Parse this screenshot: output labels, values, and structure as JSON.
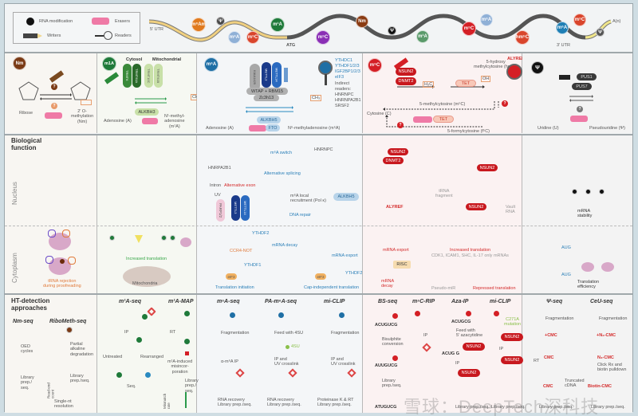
{
  "legend": {
    "modification": "RNA modification",
    "erasers": "Erasers",
    "writers": "Writers",
    "readers": "Readers"
  },
  "transcript": {
    "utr5": "5′ UTR",
    "atg": "ATG",
    "utr3": "3′ UTR",
    "polyA": "A(n)",
    "marks": [
      {
        "label": "m⁶Am",
        "color": "#e07a1e"
      },
      {
        "label": "Ψ",
        "color": "#4a4a4a"
      },
      {
        "label": "m⁶A",
        "color": "#8fb0d6"
      },
      {
        "label": "m⁵C",
        "color": "#d9452c"
      },
      {
        "label": "m¹A",
        "color": "#1f7a3a"
      },
      {
        "label": "m⁵C",
        "color": "#8a2fb5"
      },
      {
        "label": "Nm",
        "color": "#8a3b12"
      },
      {
        "label": "Ψ",
        "color": "#111111"
      },
      {
        "label": "m¹A",
        "color": "#5a9a6a"
      },
      {
        "label": "m⁵C",
        "color": "#d41f25"
      },
      {
        "label": "m⁶A",
        "color": "#8fb0d6"
      },
      {
        "label": "hm⁵C",
        "color": "#d9452c"
      },
      {
        "label": "m⁶A",
        "color": "#1f7fb5"
      },
      {
        "label": "m⁵C",
        "color": "#d9452c"
      },
      {
        "label": "Ψ",
        "color": "#555555"
      }
    ]
  },
  "top": {
    "nm": {
      "badge": "Nm",
      "left_label": "Ribose",
      "right_label": "2′ O-\nmethylation\n(Nm)",
      "unknown": "?"
    },
    "m1a": {
      "badge": "m1A",
      "cytosol": "Cytosol",
      "mito": "Mitochondrial",
      "writers": [
        "TRMT6",
        "TRMT61A",
        "TRMT10C",
        "TRMT61B"
      ],
      "eraser": "ALKBH3",
      "left_label": "Adenosine (A)",
      "right_label": "N¹-methyl-\nadenosine\n(m¹A)",
      "ch3": "CH₃"
    },
    "m6a": {
      "badge": "m⁶A",
      "writers": [
        "KIAA1429",
        "METTL3",
        "METTL14"
      ],
      "complex": [
        "WTAP",
        "RBM15",
        "Zc3h13"
      ],
      "erasers": [
        "ALKBH5",
        "FTO"
      ],
      "left_label": "Adenosine (A)",
      "right_label": "N⁶-methyladenosine (m⁶A)",
      "readers": [
        "YTHDC1",
        "YTHDF1/2/3",
        "IGF2BP1/2/3",
        "eIF3"
      ],
      "indirect_title": "Indirect\nreaders:",
      "indirect": [
        "HNRNPC",
        "HNRNPA2B1",
        "SRSF2"
      ],
      "ch3": "CH₃"
    },
    "m5c": {
      "badge": "m⁵C",
      "writers": [
        "NSUN2",
        "DNMT2"
      ],
      "tet": "TET",
      "reader": "ALYREF",
      "cytosine": "Cytosine (C)",
      "m5c": "5-methylcytosine (m⁵C)",
      "hm5c": "5-hydroxy\nmethylcytosine (hm⁵C)",
      "f5c": "5-formylcytosine (f⁵C)",
      "h3c": "H₃C",
      "oh": "OH"
    },
    "psi": {
      "badge": "Ψ",
      "writers": [
        "PUS1",
        "PUS7"
      ],
      "left_label": "Uridine (U)",
      "right_label": "Pseudouridine (Ψ)",
      "unknown": "?"
    }
  },
  "function": {
    "title": "Biological\nfunction",
    "nucleus": "Nucleus",
    "cytoplasm": "Cytoplasm",
    "nm": {
      "label": "tRNA rejection\nduring proofreading"
    },
    "m1a": {
      "translation": "Increased translation",
      "mito": "Mitochondria"
    },
    "m6a": {
      "hnrnpa2b1": "HNRPA2B1",
      "hnrnpc": "HNRNPC",
      "switch": "m⁶A switch",
      "splicing": "Alternative splicing",
      "intron": "Intron",
      "exon": "Alternative exon",
      "uv": "UV",
      "parp": "PARP1/2",
      "mettl3": "METTL3",
      "mettl14": "METTL14",
      "recruit": "m⁶A local\nrecruitment (Pol κ)",
      "repair": "DNA repair",
      "alkbh5": "ALKBH5",
      "export": "mRNA export",
      "ythdf2": "YTHDF2",
      "ccr4": "CCR4-NOT",
      "decay": "mRNA decay",
      "ythdf1": "YTHDF1",
      "eif3": "eIF3",
      "init": "Translation initiation",
      "capindep": "Cap-independent translation",
      "ythdf2b": "YTHDF2",
      "polyA": "A(n)"
    },
    "m5c": {
      "nsun2": "NSUN2",
      "dnmt2": "DNMT2",
      "trna_frag": "tRNA\nfragment",
      "alyref": "ALYREF",
      "vault": "Vault\nRNA",
      "export": "mRNA export",
      "inc_trans": "Increased translation",
      "genes": "CDK1, ICAM1, SHC, IL-17 only mRNAs",
      "risc": "RISC",
      "decay": "mRNA\ndecay",
      "pseudo": "Pseudo-miR",
      "repressed": "Repressed translation"
    },
    "psi": {
      "stability": "mRNA\nstability",
      "aug": "AUG",
      "efficiency": "Translation\nefficiency"
    }
  },
  "detection": {
    "title": "HT-detection\napproaches",
    "nm": {
      "methods": [
        "Nm-seq",
        "RiboMeth-seq"
      ],
      "oed": "OED\ncycles",
      "lib": "Library\nprep./\nseq.",
      "partial": "Partial\nalkaline\ndegradation",
      "lib2": "Library\nprep./seq.",
      "readend": "Read-end\ncount",
      "single": "Single-nt\nresolution"
    },
    "m1a": {
      "methods": [
        "m¹A-seq",
        "m¹A-MAP"
      ],
      "ip": "IP",
      "untreated": "Untreated",
      "rearranged": "Rearranged",
      "seq": "Seq.",
      "rt": "RT",
      "misinc": "m¹A-induced\nmisincor-\nporation",
      "lib": "Library\nprep./\nseq.",
      "mismatch": "Mismatch\nrate"
    },
    "m6a": {
      "methods": [
        "m⁶A-seq",
        "PA-m⁶A-seq",
        "mi-CLIP"
      ],
      "frag": "Fragmentation",
      "ip": "α-m⁶A IP",
      "feed": "Feed with 4SU",
      "foursu": "4SU",
      "ipuv": "IP and\nUV crosslink",
      "recovery": "RNA recovery\nLibrary prep./seq.",
      "protk": "Proteinase K & RT\nLibrary prep./seq."
    },
    "m5c": {
      "methods": [
        "BS-seq",
        "m⁵C-RIP",
        "Aza-IP",
        "mi-CLIP"
      ],
      "seq1": "ACUGUCG",
      "seq2": "AUUGUCG",
      "seq3": "ATUGUCG",
      "bisulf": "Bisulphite\nconversion",
      "lib": "Library\nprep./seq.",
      "ip": "IP",
      "feed": "Feed with\n5′ azacytidine",
      "c271": "C271A\nmutation",
      "nsun2": "NSUN2",
      "acug": "ACUGCG",
      "acug2": "ACUG G",
      "libseq": "Library prep./seq."
    },
    "psi": {
      "methods": [
        "Ψ-seq",
        "CeU-seq"
      ],
      "frag": "Fragmentation",
      "cmc": "+CMC",
      "n3cmc": "+N₃-CMC",
      "cmc2": "CMC",
      "n3cmc2": "N₃-CMC",
      "rt": "RT",
      "click": "Click Rx and\nbiotin pulldown",
      "truncated": "Truncated\ncDNA",
      "biotin": "Biotin-CMC",
      "lib": "Library prep./seq."
    }
  },
  "watermark": "雪球：DeepTech深科技"
}
